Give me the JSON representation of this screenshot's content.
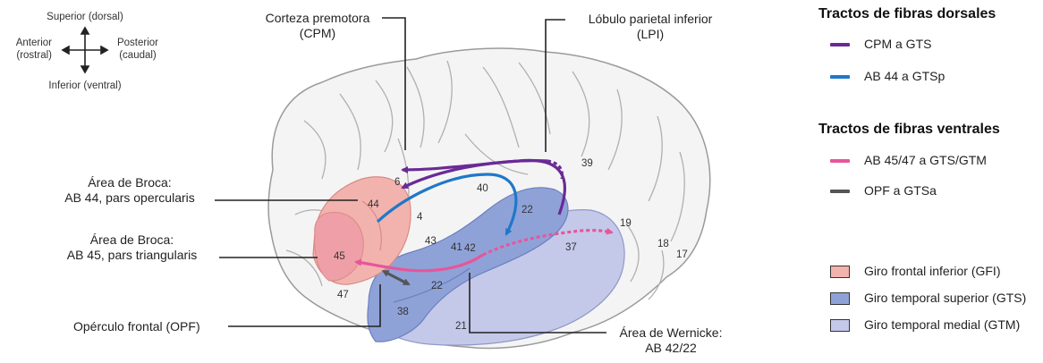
{
  "orientation": {
    "superior": "Superior (dorsal)",
    "inferior": "Inferior (ventral)",
    "anterior": "Anterior",
    "anterior_sub": "(rostral)",
    "posterior": "Posterior",
    "posterior_sub": "(caudal)"
  },
  "callouts": {
    "cpm": [
      "Corteza premotora",
      "(CPM)"
    ],
    "lpi": [
      "Lóbulo parietal inferior",
      "(LPI)"
    ],
    "broca44": [
      "Área de Broca:",
      "AB 44, pars opercularis"
    ],
    "broca45": [
      "Área de Broca:",
      "AB 45, pars triangularis"
    ],
    "opf": "Opérculo frontal (OPF)",
    "wernicke": [
      "Área de Wernicke:",
      "AB 42/22"
    ]
  },
  "area_numbers": [
    "6",
    "44",
    "4",
    "40",
    "22",
    "39",
    "19",
    "18",
    "17",
    "43",
    "41",
    "42",
    "37",
    "45",
    "47",
    "22",
    "38",
    "21"
  ],
  "legend": {
    "dorsal_title": "Tractos de fibras dorsales",
    "dorsal_items": [
      {
        "label": "CPM a GTS",
        "color": "#6a2a96"
      },
      {
        "label": "AB 44 a GTSp",
        "color": "#1f78c8"
      }
    ],
    "ventral_title": "Tractos de fibras ventrales",
    "ventral_items": [
      {
        "label": "AB 45/47 a GTS/GTM",
        "color": "#e8559a"
      },
      {
        "label": "OPF a GTSa",
        "color": "#555555"
      }
    ],
    "regions": [
      {
        "label": "Giro frontal inferior (GFI)",
        "color": "#f2b3ae"
      },
      {
        "label": "Giro temporal superior (GTS)",
        "color": "#8fa2d8"
      },
      {
        "label": "Giro temporal medial (GTM)",
        "color": "#c4c9ea"
      }
    ]
  }
}
